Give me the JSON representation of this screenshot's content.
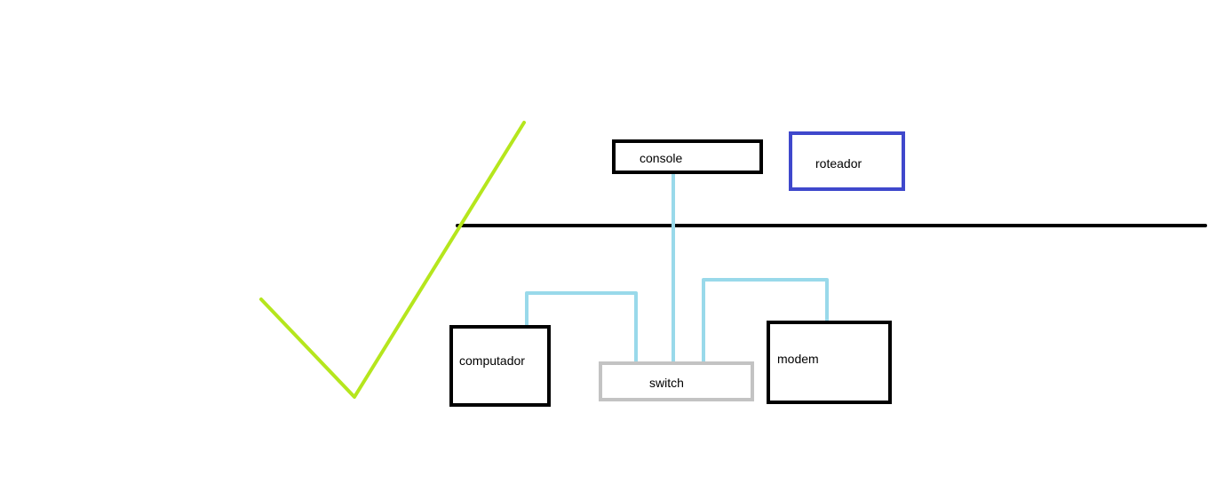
{
  "colors": {
    "background": "#ffffff",
    "box_default": "#000000",
    "router_box": "#3f48cc",
    "switch_box": "#c3c3c3",
    "connection": "#99d9ea",
    "divider": "#000000",
    "checkmark": "#b5e61d"
  },
  "nodes": {
    "console": {
      "label": "console"
    },
    "router": {
      "label": "roteador"
    },
    "computer": {
      "label": "computador"
    },
    "switch": {
      "label": "switch"
    },
    "modem": {
      "label": "modem"
    }
  },
  "decorations": {
    "checkmark_icon": "checkmark-icon"
  }
}
